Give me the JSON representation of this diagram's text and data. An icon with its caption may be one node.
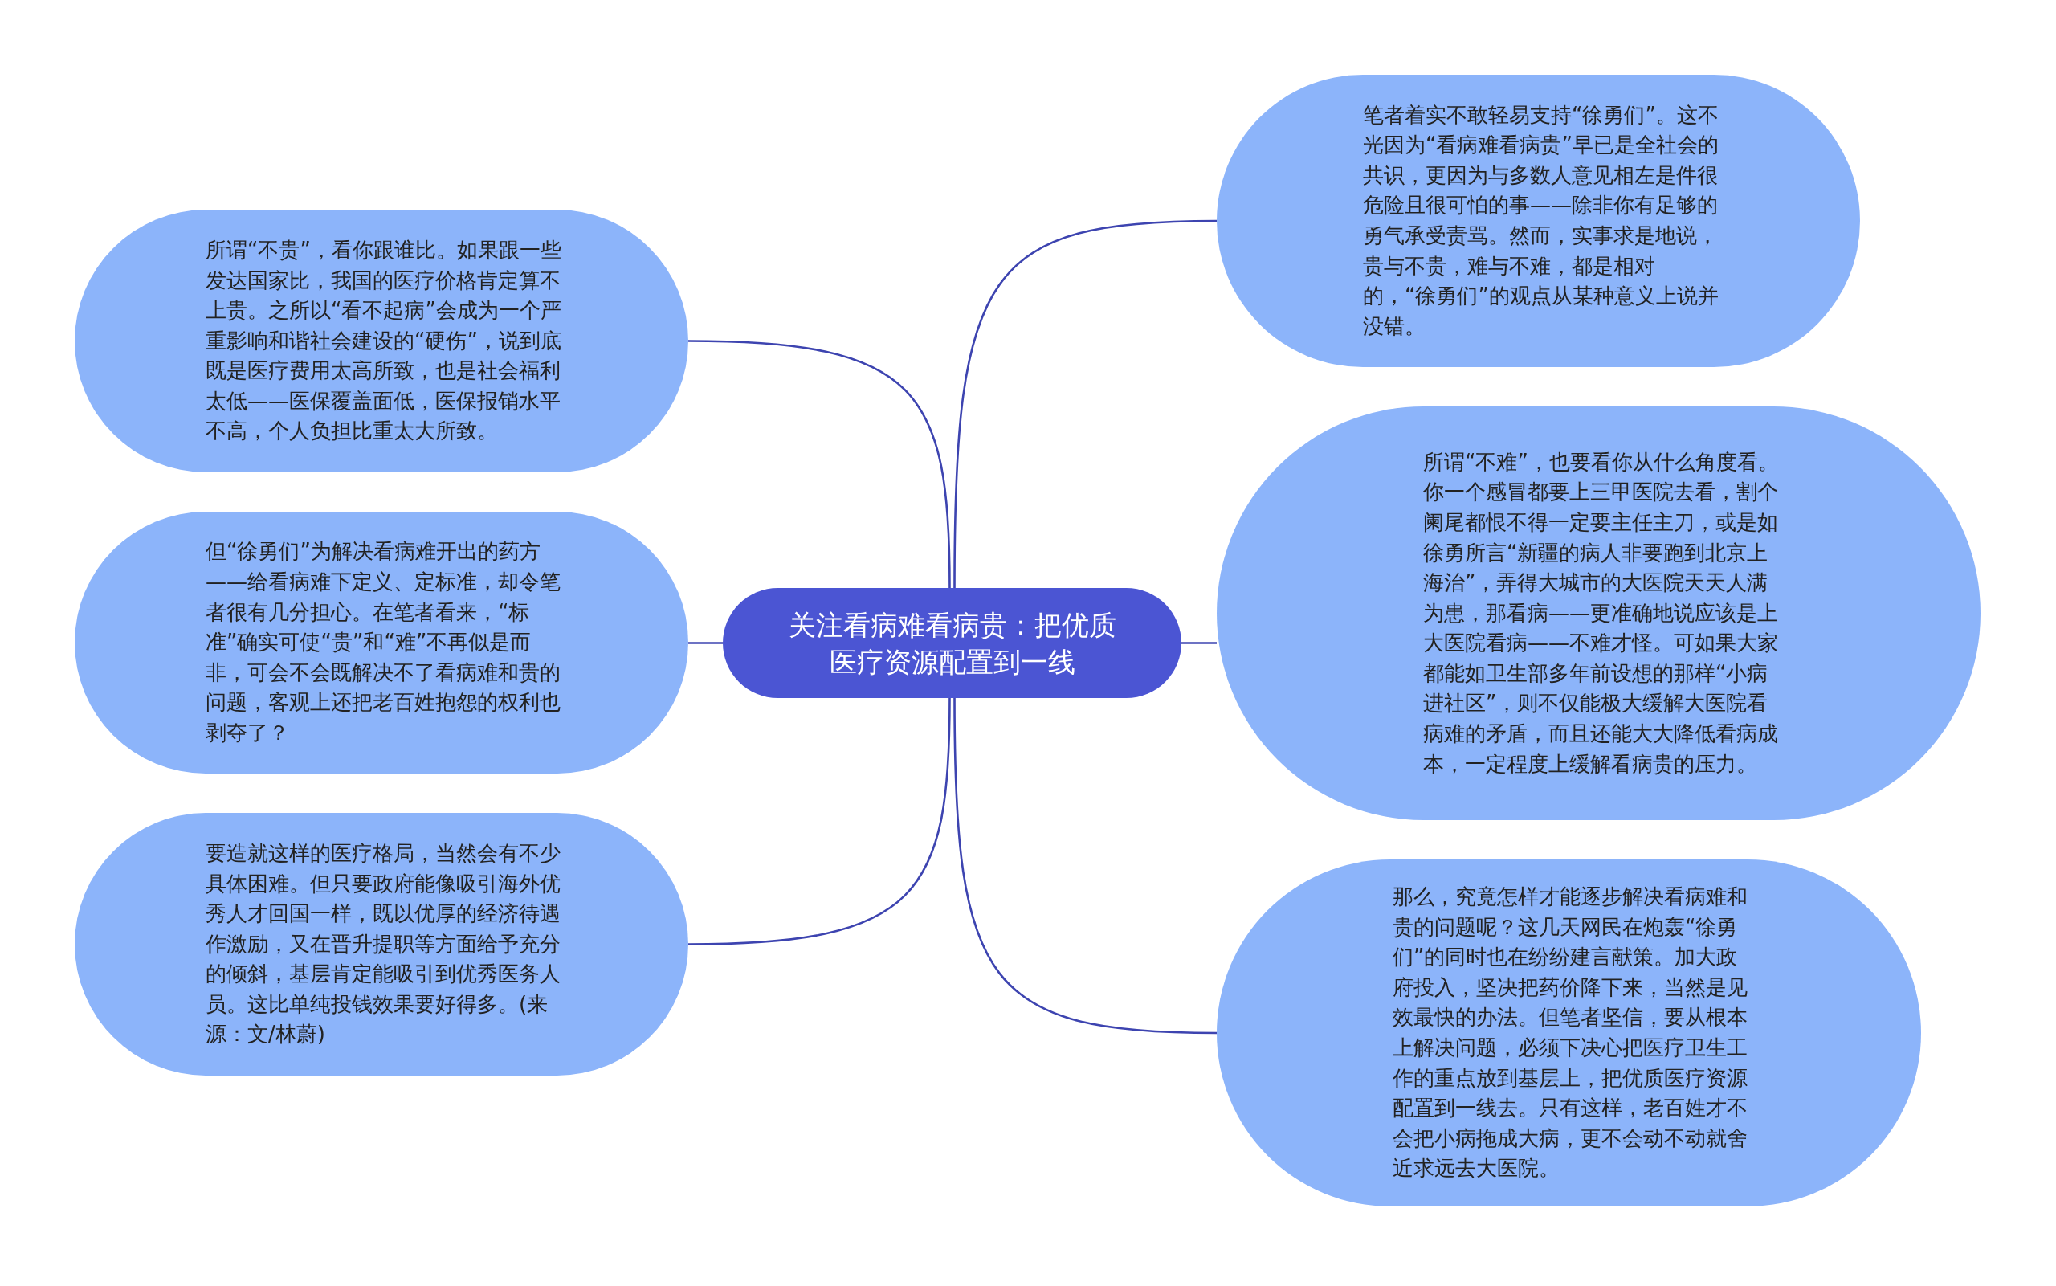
{
  "diagram": {
    "nodes": [
      {
        "text": [
          "关注看病难看病贵：把优质医疗资源配置到一线"
        ]
      },
      {
        "text": [
          "所谓“不贵”，看你跟谁比。如果跟一些发达国家比，我国的医疗价格肯定算不上贵。之所以“看不起病”会成为一个严重影响和谐社会建设的“硬伤”，说到底既是医疗费用太高所致，也是社会福利太低——医保覆盖面低，医保报销水平不高，个人负担比重太大所致。"
        ]
      },
      {
        "text": [
          "但“徐勇们”为解决看病难开出的药方——给看病难下定义、定标准，却令笔者很有几分担心。在笔者看来，“标准”确实可使“贵”和“难”不再似是而非，可会不会既解决不了看病难和贵的问题，客观上还把老百姓抱怨的权利也剥夺了？"
        ]
      },
      {
        "text": [
          "要造就这样的医疗格局，当然会有不少具体困难。但只要政府能像吸引海外优秀人才回国一样，既以优厚的经济待遇作激励，又在晋升提职等方面给予充分的倾斜，基层肯定能吸引到优秀医务人员。这比单纯投钱效果要好得多。(来源：文/林蔚)"
        ]
      },
      {
        "text": [
          "笔者着实不敢轻易支持“徐勇们”。这不光因为“看病难看病贵”早已是全社会的共识，更因为与多数人意见相左是件很危险且很可怕的事——除非你有足够的勇气承受责骂。然而，实事求是地说，贵与不贵，难与不难，都是相对的，“徐勇们”的观点从某种意义上说并没错。"
        ]
      },
      {
        "text": [
          "所谓“不难”，也要看你从什么角度看。你一个感冒都要上三甲医院去看，割个阑尾都恨不得一定要主任主刀，或是如徐勇所言“新疆的病人非要跑到北京上海治”，弄得大城市的大医院天天人满为患，那看病——更准确地说应该是上大医院看病——不难才怪。可如果大家都能如卫生部多年前设想的那样“小病进社区”，则不仅能极大缓解大医院看病难的矛盾，而且还能大大降低看病成本，一定程度上缓解看病贵的压力。"
        ]
      },
      {
        "text": [
          "那么，究竟怎样才能逐步解决看病难和贵的问题呢？这几天网民在炮轰“徐勇们”的同时也在纷纷建言献策。加大政府投入，坚决把药价降下来，当然是见效最快的办法。但笔者坚信，要从根本上解决问题，必须下决心把医疗卫生工作的重点放到基层上，把优质医疗资源配置到一线去。只有这样，老百姓才不会把小病拖成大病，更不会动不动就舍近求远去大医院。"
        ]
      }
    ],
    "edges": [
      {
        "from": 0,
        "to": 1,
        "arrow": "none"
      },
      {
        "from": 0,
        "to": 2,
        "arrow": "none"
      },
      {
        "from": 0,
        "to": 3,
        "arrow": "none"
      },
      {
        "from": 0,
        "to": 4,
        "arrow": "none"
      },
      {
        "from": 0,
        "to": 5,
        "arrow": "none"
      },
      {
        "from": 0,
        "to": 6,
        "arrow": "none"
      }
    ]
  }
}
